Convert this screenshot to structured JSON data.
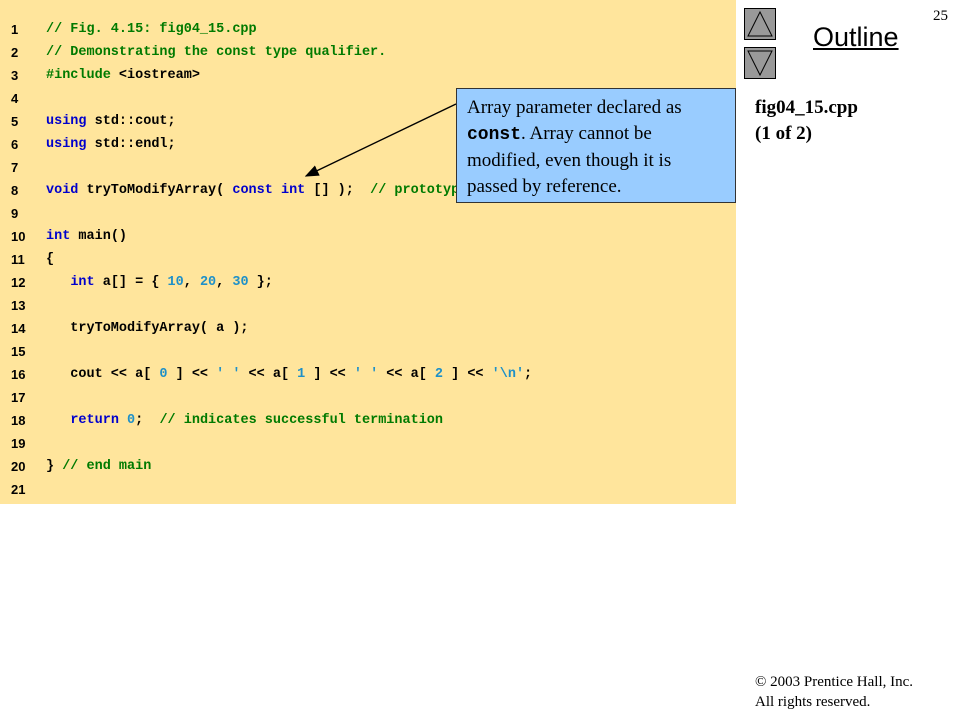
{
  "slide": {
    "page_number": "25",
    "outline_title": "Outline",
    "file_label": "fig04_15.cpp",
    "file_part": "(1 of 2)",
    "copyright_line1": "© 2003 Prentice Hall, Inc.",
    "copyright_line2": "All rights reserved.",
    "nav": {
      "up_icon": "triangle-up-icon",
      "down_icon": "triangle-down-icon"
    }
  },
  "callout": {
    "line1": "Array parameter declared as",
    "keyword": "const",
    "line2_rest": ". Array cannot be",
    "line3": "modified, even though it is",
    "line4": "passed by reference."
  },
  "colors": {
    "code_background": "#ffe59c",
    "callout_background": "#99ccff",
    "keyword": "#0000cc",
    "comment": "#007a00",
    "literal": "#1e90c8"
  },
  "code": {
    "line_numbers": [
      "1",
      "2",
      "3",
      "4",
      "5",
      "6",
      "7",
      "8",
      "9",
      "10",
      "11",
      "12",
      "13",
      "14",
      "15",
      "16",
      "17",
      "18",
      "19",
      "20",
      "21"
    ],
    "l1": "// Fig. 4.15: fig04_15.cpp",
    "l2": "// Demonstrating the const type qualifier.",
    "l3_pp": "#include",
    "l3_hdr": " <iostream>",
    "l5_kw": "using",
    "l5_rest": " std::cout;",
    "l6_kw": "using",
    "l6_rest": " std::endl;",
    "l8_kw1": "void",
    "l8_mid": " tryToModifyArray( ",
    "l8_kw2": "const",
    "l8_sp": " ",
    "l8_kw3": "int",
    "l8_rest": " [] );  ",
    "l8_cm": "// prototype",
    "l10_kw": "int",
    "l10_rest": " main()",
    "l11": "{",
    "l12_indent": "   ",
    "l12_kw": "int",
    "l12_a": " a[] = { ",
    "l12_n1": "10",
    "l12_c1": ", ",
    "l12_n2": "20",
    "l12_c2": ", ",
    "l12_n3": "30",
    "l12_end": " };",
    "l14": "   tryToModifyArray( a );",
    "l16_a": "   cout << a[ ",
    "l16_n0": "0",
    "l16_b": " ] << ",
    "l16_s1": "' '",
    "l16_c": " << a[ ",
    "l16_n1": "1",
    "l16_d": " ] << ",
    "l16_s2": "' '",
    "l16_e": " << a[ ",
    "l16_n2": "2",
    "l16_f": " ] << ",
    "l16_s3": "'\\n'",
    "l16_g": ";",
    "l18_indent": "   ",
    "l18_kw": "return",
    "l18_sp": " ",
    "l18_n": "0",
    "l18_semi": ";  ",
    "l18_cm": "// indicates successful termination",
    "l20_brace": "}",
    "l20_cm": " // end main"
  }
}
